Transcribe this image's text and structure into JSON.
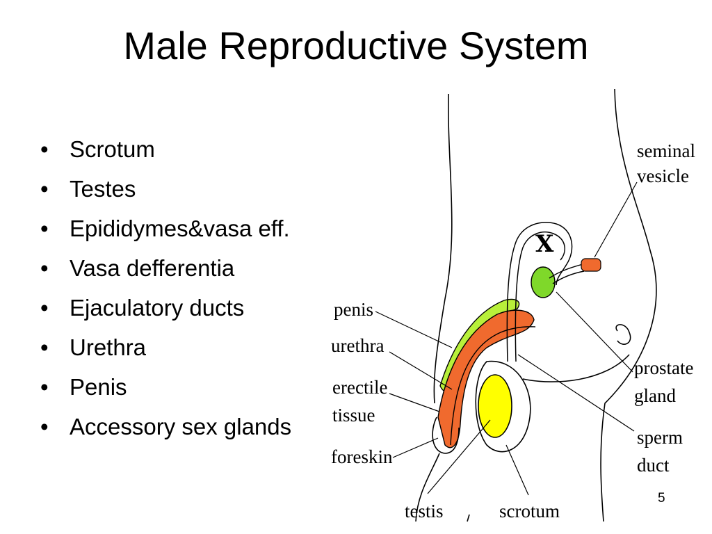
{
  "slide": {
    "title": "Male Reproductive System",
    "bullets": [
      "Scrotum",
      "Testes",
      "Epididymes&vasa eff.",
      "Vasa defferentia",
      "Ejaculatory ducts",
      "Urethra",
      "Penis",
      "Accessory sex glands"
    ],
    "slide_number": "5"
  },
  "diagram": {
    "labels": {
      "seminal_line1": "seminal",
      "seminal_line2": "vesicle",
      "marker": "X",
      "penis": "penis",
      "urethra": "urethra",
      "erectile_line1": "erectile",
      "erectile_line2": "tissue",
      "prostate_line1": "prostate",
      "prostate_line2": "gland",
      "sperm_line1": "sperm",
      "sperm_line2": "duct",
      "foreskin": "foreskin",
      "testis": "testis",
      "scrotum": "scrotum"
    },
    "colors": {
      "penis_fill": "#b8f03a",
      "erectile_fill": "#f06a2e",
      "testis_fill": "#ffff00",
      "prostate_fill": "#7fd82a",
      "seminal_fill": "#f06a2e",
      "outline": "#000000"
    }
  }
}
